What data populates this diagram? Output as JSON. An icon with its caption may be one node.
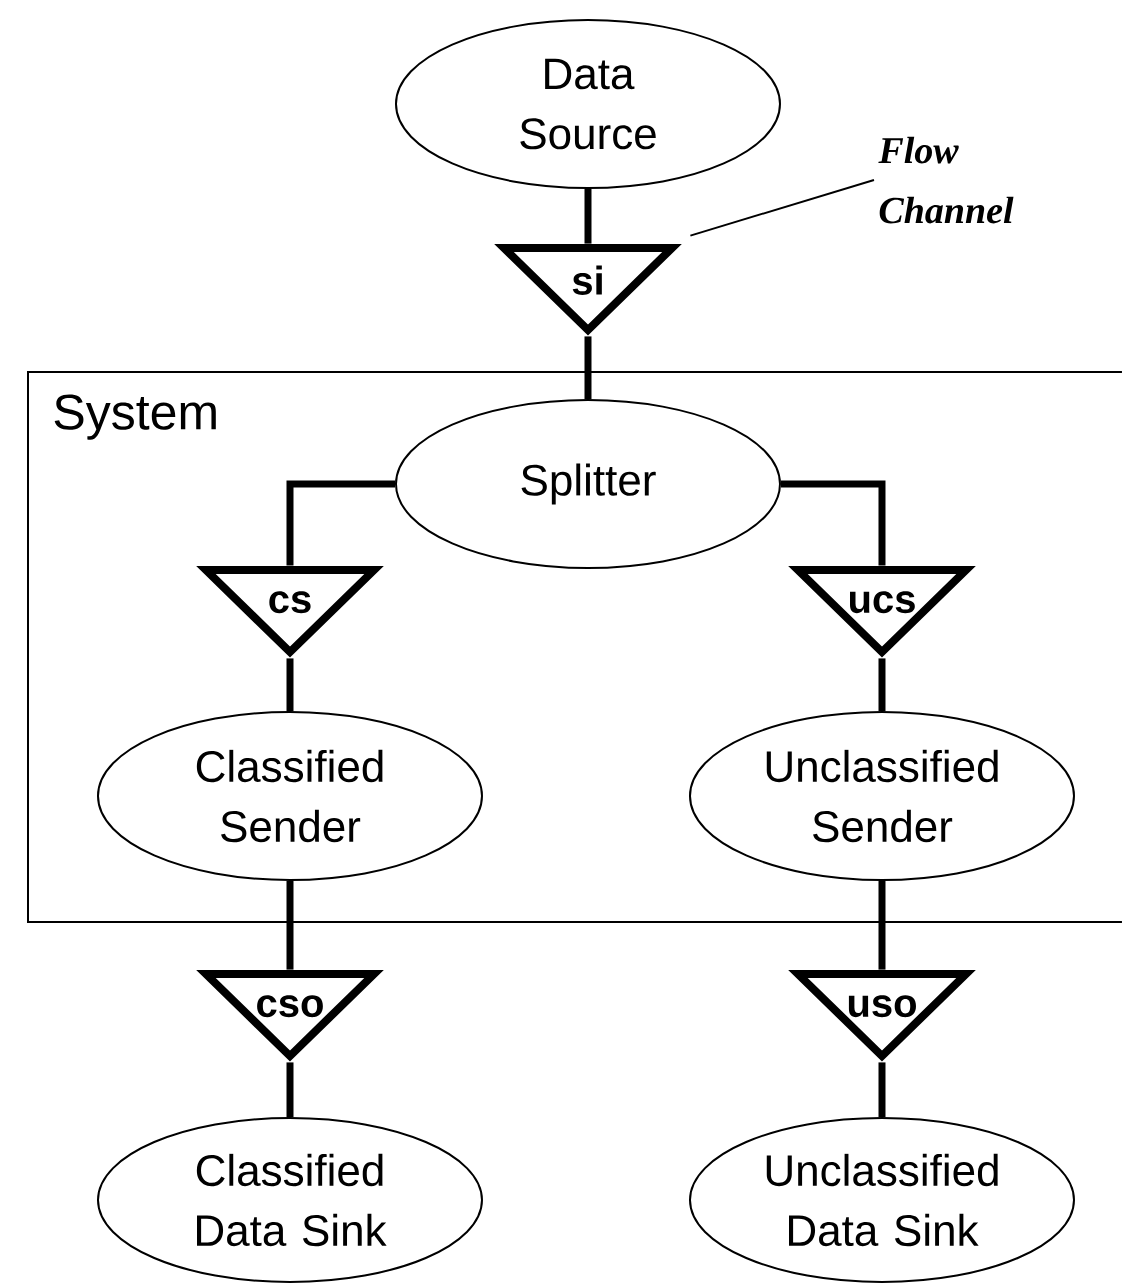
{
  "diagram": {
    "nodes": [
      {
        "text": [
          "Data Source"
        ]
      },
      {
        "text": [
          "Flow Channel"
        ]
      },
      {
        "text": [
          "si"
        ]
      },
      {
        "text": [
          "System"
        ]
      },
      {
        "text": [
          "Splitter"
        ],
        "in": 3
      },
      {
        "text": [
          "cs"
        ],
        "in": 3
      },
      {
        "text": [
          "ucs"
        ],
        "in": 3
      },
      {
        "text": [
          "Classified Sender"
        ],
        "in": 3
      },
      {
        "text": [
          "Unclassified Sender"
        ],
        "in": 3
      },
      {
        "text": [
          "cso"
        ]
      },
      {
        "text": [
          "uso"
        ]
      },
      {
        "text": [
          "Classified Data Sink"
        ]
      },
      {
        "text": [
          "Unclassified Data Sink"
        ]
      }
    ],
    "edges": [
      {
        "from": 0,
        "to": 2,
        "arrow": "none"
      },
      {
        "from": 1,
        "to": 2,
        "arrow": "none"
      },
      {
        "from": 2,
        "to": 4,
        "arrow": "none"
      },
      {
        "from": 4,
        "to": 5,
        "arrow": "none"
      },
      {
        "from": 4,
        "to": 6,
        "arrow": "none"
      },
      {
        "from": 5,
        "to": 7,
        "arrow": "none"
      },
      {
        "from": 6,
        "to": 8,
        "arrow": "none"
      },
      {
        "from": 7,
        "to": 9,
        "arrow": "none"
      },
      {
        "from": 8,
        "to": 10,
        "arrow": "none"
      },
      {
        "from": 9,
        "to": 11,
        "arrow": "none"
      },
      {
        "from": 10,
        "to": 12,
        "arrow": "none"
      }
    ]
  }
}
